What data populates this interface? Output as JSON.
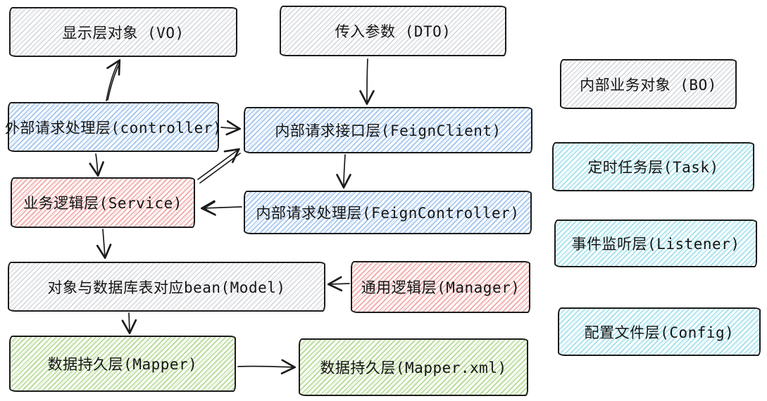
{
  "diagram": {
    "title": "",
    "nodes": {
      "vo": {
        "label": "显示层对象 (VO)",
        "color_key": "gray"
      },
      "dto": {
        "label": "传入参数 (DTO)",
        "color_key": "gray"
      },
      "controller": {
        "label": "外部请求处理层(controller)",
        "color_key": "blue"
      },
      "feign_client": {
        "label": "内部请求接口层(FeignClient)",
        "color_key": "blue"
      },
      "service": {
        "label": "业务逻辑层(Service)",
        "color_key": "red"
      },
      "feign_controller": {
        "label": "内部请求处理层(FeignController)",
        "color_key": "blue"
      },
      "model": {
        "label": "对象与数据库表对应bean(Model)",
        "color_key": "gray"
      },
      "manager": {
        "label": "通用逻辑层(Manager)",
        "color_key": "red"
      },
      "mapper": {
        "label": "数据持久层(Mapper)",
        "color_key": "green"
      },
      "mapper_xml": {
        "label": "数据持久层(Mapper.xml)",
        "color_key": "green"
      },
      "bo": {
        "label": "内部业务对象 (BO)",
        "color_key": "gray"
      },
      "task": {
        "label": "定时任务层(Task)",
        "color_key": "cyan"
      },
      "listener": {
        "label": "事件监听层(Listener)",
        "color_key": "cyan"
      },
      "config": {
        "label": "配置文件层(Config)",
        "color_key": "cyan"
      }
    },
    "edges": [
      {
        "from": "controller",
        "to": "vo"
      },
      {
        "from": "dto",
        "to": "feign_client"
      },
      {
        "from": "controller",
        "to": "feign_client"
      },
      {
        "from": "controller",
        "to": "service"
      },
      {
        "from": "service",
        "to": "feign_client"
      },
      {
        "from": "feign_client",
        "to": "feign_controller"
      },
      {
        "from": "feign_controller",
        "to": "service"
      },
      {
        "from": "service",
        "to": "model"
      },
      {
        "from": "manager",
        "to": "model"
      },
      {
        "from": "model",
        "to": "mapper"
      },
      {
        "from": "mapper",
        "to": "mapper_xml"
      }
    ],
    "colors": {
      "gray_hatch": "#c6c9cf",
      "blue_hatch": "#a3c8ef",
      "red_hatch": "#f2a7a7",
      "green_hatch": "#b4dc96",
      "cyan_hatch": "#a2dfe9",
      "stroke": "#1c1c1c",
      "background": "#ffffff"
    }
  }
}
